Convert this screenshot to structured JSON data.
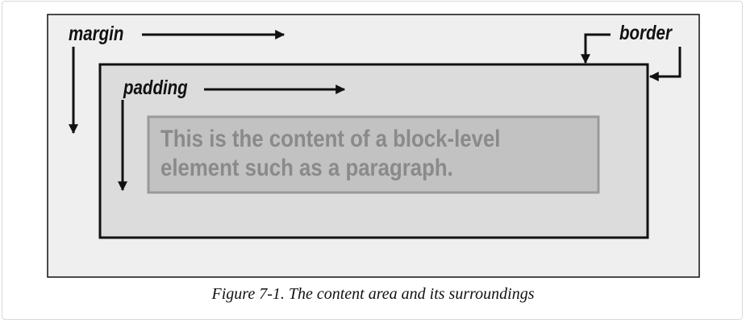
{
  "labels": {
    "margin": "margin",
    "border": "border",
    "padding": "padding"
  },
  "content": {
    "line1": "This is the content of a block-level",
    "line2": "element such as a paragraph."
  },
  "caption": "Figure 7-1. The content area and its surroundings",
  "colors": {
    "margin_area": "#efefef",
    "padding_area": "#dcdcdc",
    "content_area": "#c2c2c2",
    "content_border": "#9a9a9a",
    "content_text": "#8a8a8a",
    "border_line": "#111111"
  }
}
